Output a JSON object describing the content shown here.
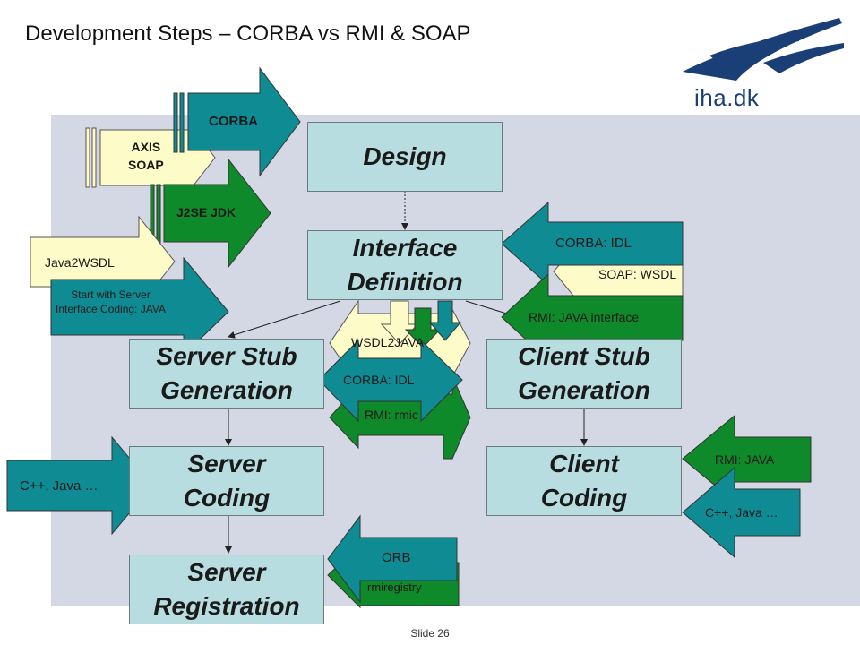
{
  "title": "Development Steps – CORBA vs RMI & SOAP",
  "logo_text": "iha.dk",
  "colors": {
    "teal": "#0e8b93",
    "green": "#0f8a2a",
    "cream": "#fdfbc8",
    "box": "#b8dde0",
    "panel": "#d4d8e4",
    "logo_blue": "#1a3f77"
  },
  "boxes": {
    "design": "Design",
    "interface": "Interface\nDefinition",
    "server_stub": "Server Stub\nGeneration",
    "client_stub": "Client Stub\nGeneration",
    "server_coding": "Server\nCoding",
    "client_coding": "Client\nCoding",
    "server_registration": "Server\nRegistration"
  },
  "arrows": {
    "corba": "CORBA",
    "axis_soap": "AXIS\nSOAP",
    "j2se": "J2SE JDK",
    "java2wsdl": "Java2WSDL",
    "start_server": "Start with Server\nInterface Coding: JAVA",
    "corba_idl_right": "CORBA: IDL",
    "soap_wsdl": "SOAP: WSDL",
    "rmi_java_interface": "RMI: JAVA interface",
    "wsdl2java": "WSDL2JAVA",
    "corba_idl_center": "CORBA: IDL",
    "rmi_rmic": "RMI: rmic",
    "cpp_java_left": "C++, Java …",
    "rmi_java": "RMI: JAVA",
    "cpp_java_right": "C++, Java …",
    "orb": "ORB",
    "rmiregistry": "rmiregistry"
  },
  "footer": "Slide 26"
}
